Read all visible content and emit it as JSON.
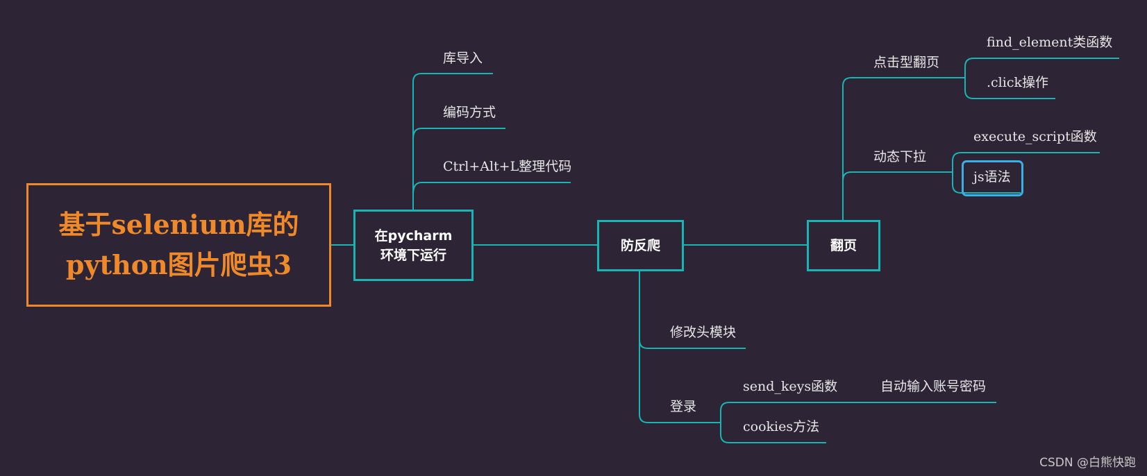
{
  "root": {
    "line1": "基于selenium库的",
    "line2": "python图片爬虫3"
  },
  "nodes": {
    "pycharm": {
      "line1": "在pycharm",
      "line2": "环境下运行"
    },
    "anti": "防反爬",
    "page": "翻页"
  },
  "leaves": {
    "import": "库导入",
    "encoding": "编码方式",
    "format": "Ctrl+Alt+L整理代码",
    "click_page": "点击型翻页",
    "find_element": "find_element类函数",
    "click_op": ".click操作",
    "scroll": "动态下拉",
    "execute_script": "execute_script函数",
    "js": "js语法",
    "headers": "修改头模块",
    "login": "登录",
    "send_keys": "send_keys函数",
    "auto_input": "自动输入账号密码",
    "cookies": "cookies方法"
  },
  "watermark": "CSDN @白熊快跑",
  "colors": {
    "background": "#2d2535",
    "root": "#f0892a",
    "branch": "#18b5b5",
    "selection": "#3ab0e8"
  }
}
